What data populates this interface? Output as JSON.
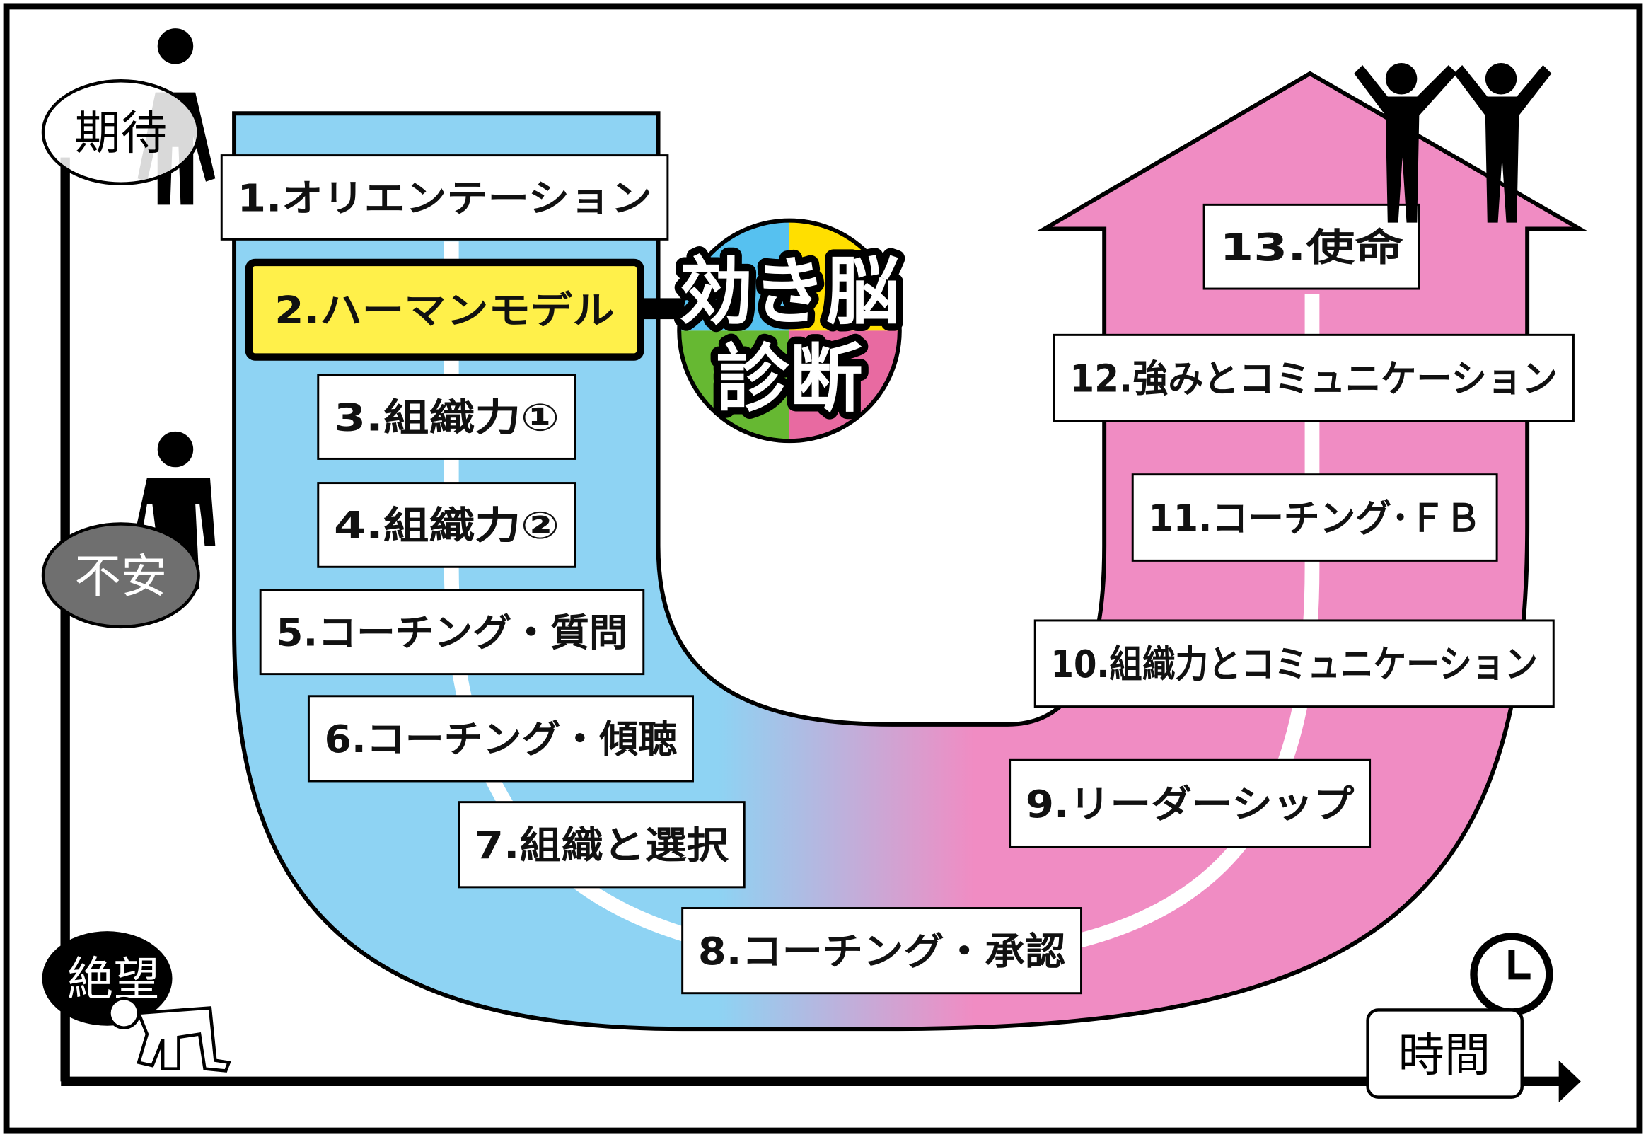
{
  "steps": [
    "1.オリエンテーション",
    "2.ハーマンモデル",
    "3.組織力①",
    "4.組織力②",
    "5.コーチング・質問",
    "6.コーチング・傾聴",
    "7.組織と選択",
    "8.コーチング・承認",
    "9.リーダーシップ",
    "10.組織力とコミュニケーション",
    "11.コーチング･ＦＢ",
    "12.強みとコミュニケーション",
    "13.使命"
  ],
  "badge": {
    "line1": "効き脳",
    "line2": "診断"
  },
  "y_axis": {
    "high": "期待",
    "mid": "不安",
    "low": "絶望"
  },
  "x_axis": {
    "label": "時間"
  },
  "colors": {
    "blue": "#8ed3f3",
    "pink": "#f08cc3",
    "highlight": "#fff04a",
    "q1": "#56c1f0",
    "q2": "#ffdf00",
    "q3": "#66b832",
    "q4": "#e86aa1"
  }
}
